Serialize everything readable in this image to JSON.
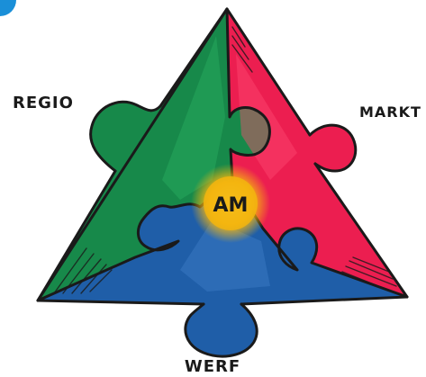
{
  "labels": {
    "top_left": "REGIO",
    "top_right": "MARKT",
    "bottom": "WERF",
    "center": "AM"
  },
  "colors": {
    "green_piece": "#17894a",
    "red_piece": "#ec1e50",
    "blue_piece": "#1f5ea8",
    "center_glow": "#f3b50f",
    "outline": "#1a1a1a",
    "corner_accent": "#1a8fd8"
  }
}
